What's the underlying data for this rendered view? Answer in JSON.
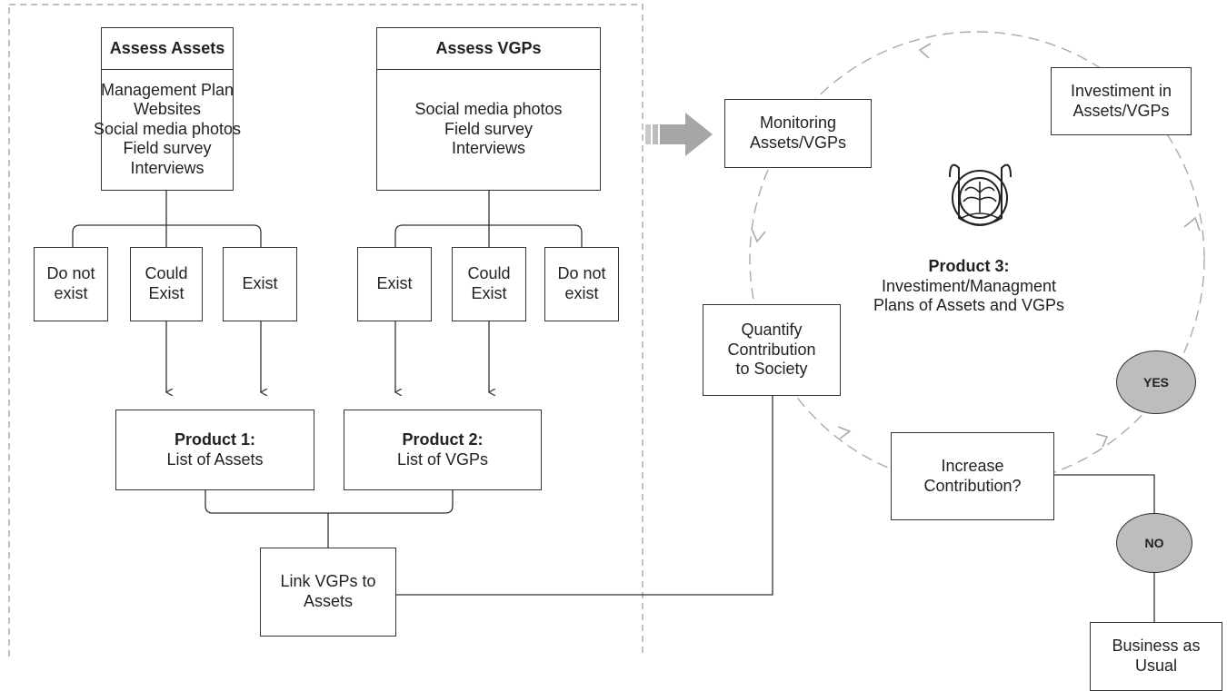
{
  "assess_assets": {
    "title": "Assess Assets",
    "items": [
      "Management Plan",
      "Websites",
      "Social media photos",
      "Field survey",
      "Interviews"
    ]
  },
  "assess_vgps": {
    "title": "Assess VGPs",
    "items": [
      "Social media photos",
      "Field survey",
      "Interviews"
    ]
  },
  "assets_status": {
    "do_not_exist": [
      "Do not",
      "exist"
    ],
    "could_exist": [
      "Could",
      "Exist"
    ],
    "exist": "Exist"
  },
  "vgps_status": {
    "exist": "Exist",
    "could_exist": [
      "Could",
      "Exist"
    ],
    "do_not_exist": [
      "Do not",
      "exist"
    ]
  },
  "product1": {
    "title": "Product 1:",
    "subtitle": "List of Assets"
  },
  "product2": {
    "title": "Product 2:",
    "subtitle": "List of VGPs"
  },
  "link": [
    "Link VGPs to",
    "Assets"
  ],
  "monitoring": [
    "Monitoring",
    "Assets/VGPs"
  ],
  "investment": [
    "Investiment in",
    "Assets/VGPs"
  ],
  "product3": {
    "title": "Product 3:",
    "lines": [
      "Investiment/Managment",
      "Plans of Assets and VGPs"
    ]
  },
  "quantify": [
    "Quantify",
    "Contribution",
    "to Society"
  ],
  "increase": [
    "Increase",
    "Contribution?"
  ],
  "yes": "YES",
  "no": "NO",
  "business": [
    "Business as",
    "Usual"
  ]
}
